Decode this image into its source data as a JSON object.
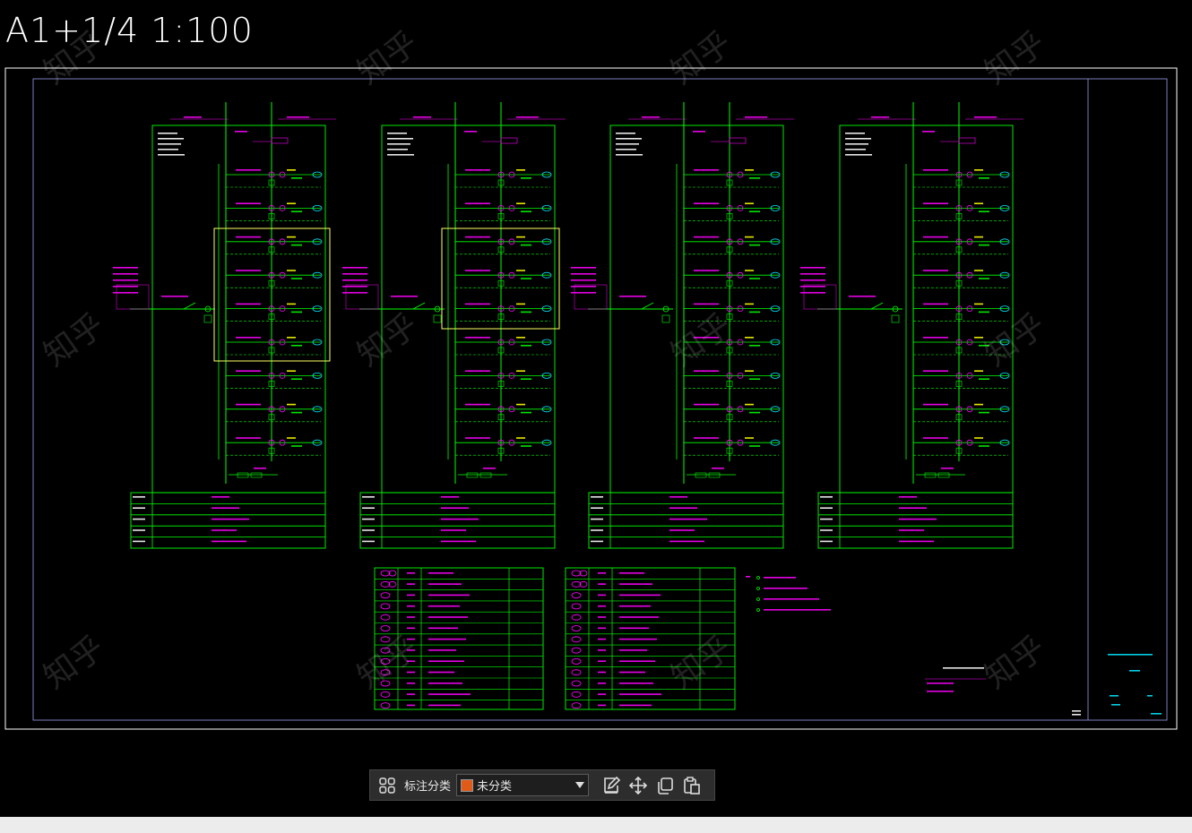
{
  "sheet_title": "A1+1/4  1:100",
  "watermark_text": "知乎",
  "toolbar": {
    "label": "标注分类",
    "category_value": "未分类",
    "category_color": "#e05a18",
    "icons": [
      "grid-icon",
      "edit-icon",
      "move-icon",
      "copy-icon",
      "paste-icon"
    ]
  },
  "drawing": {
    "title_block_title": "低压配电系统图",
    "colors": {
      "frame": "#ffffff",
      "border": "#8a8ad0",
      "lines": "#00ff00",
      "text": "#ff00ff",
      "cyan": "#00e5ff",
      "highlight": "#ffff66"
    }
  }
}
